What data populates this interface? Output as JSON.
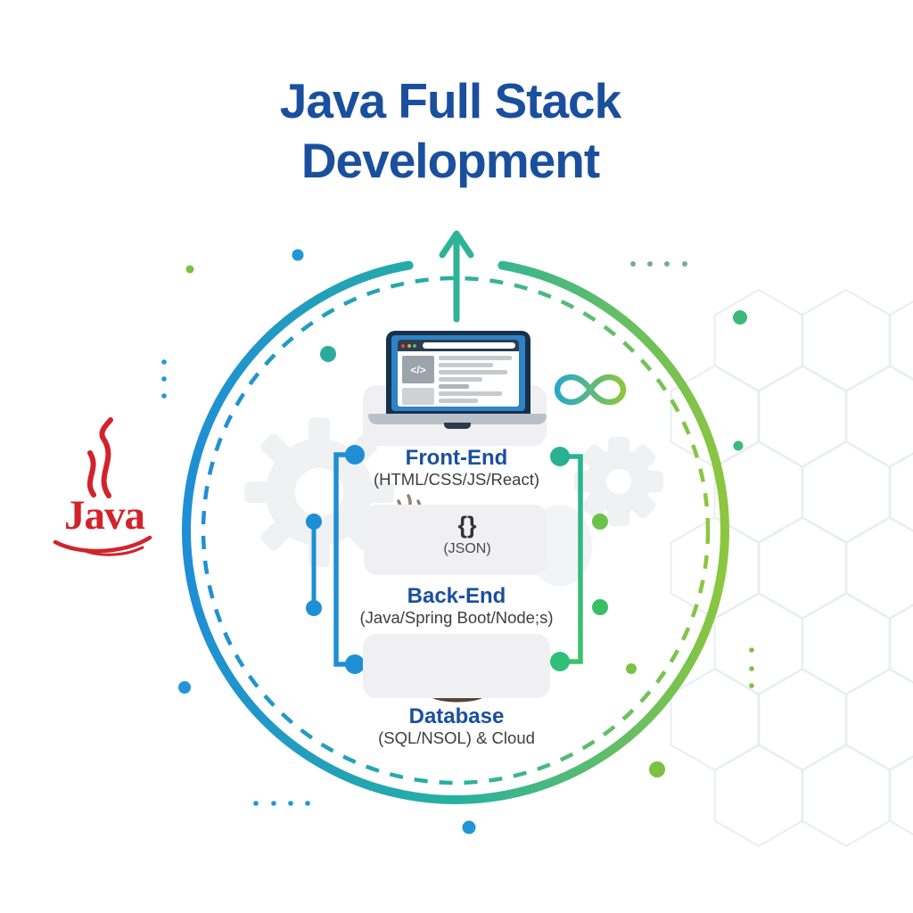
{
  "title": {
    "line1": "Java Full Stack",
    "line2": "Development"
  },
  "java_logo": {
    "wordmark": "Java"
  },
  "diagram": {
    "frontend": {
      "label": "Front-End",
      "subtitle": "(HTML/CSS/JS/React)",
      "code_glyph": "</>"
    },
    "backend": {
      "label": "Back-End",
      "subtitle": "(Java/Spring Boot/Node;s)",
      "braces_glyph": "{}",
      "json_label": "(JSON)"
    },
    "database": {
      "label": "Database",
      "subtitle": "(SQL/NSOL) & Cloud"
    }
  },
  "colors": {
    "title_blue": "#1a4f9e",
    "gradient_blue": "#1f8ed6",
    "gradient_teal": "#26b1a0",
    "gradient_green": "#8cc63f",
    "connector_blue": "#1e8fd5",
    "java_red": "#d2232a"
  }
}
